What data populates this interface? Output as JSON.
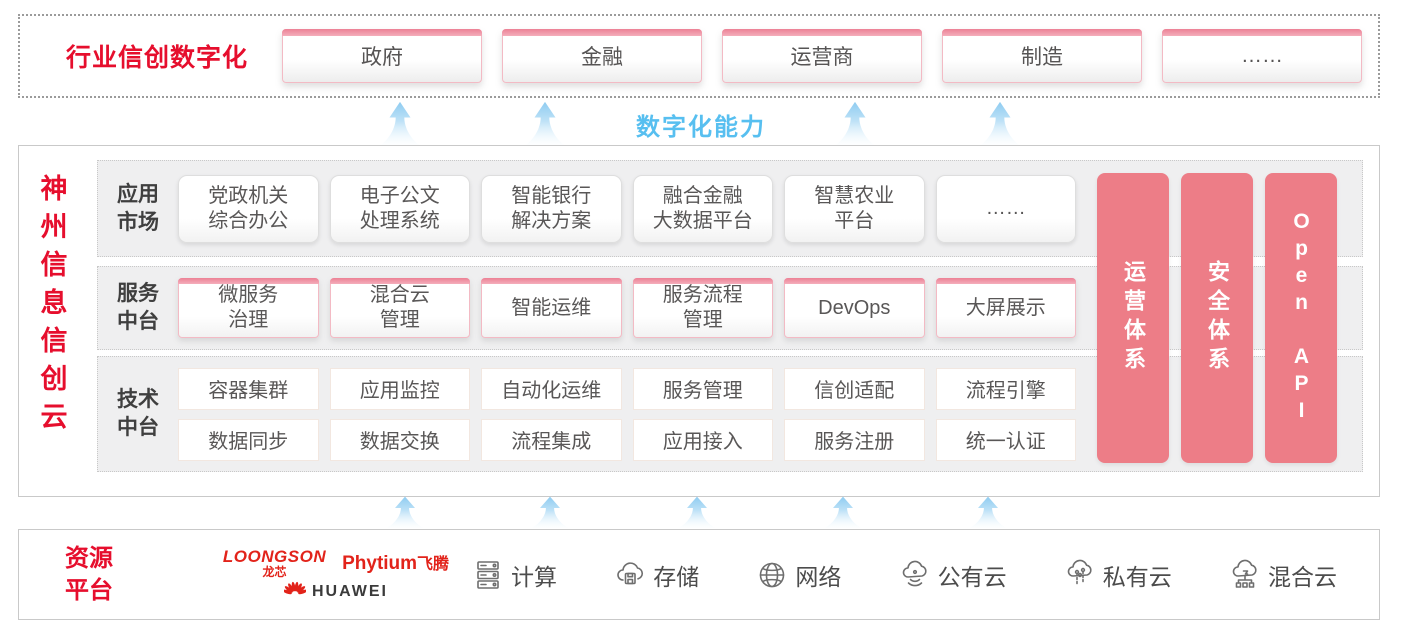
{
  "top": {
    "label": "行业信创数字化",
    "industries": [
      "政府",
      "金融",
      "运营商",
      "制造",
      "……"
    ]
  },
  "capability_label": "数字化能力",
  "platform": {
    "vertical_title": "神州信息信创云",
    "rows": [
      {
        "label": "应用\n市场",
        "items": [
          "党政机关\n综合办公",
          "电子公文\n处理系统",
          "智能银行\n解决方案",
          "融合金融\n大数据平台",
          "智慧农业\n平台",
          "……"
        ]
      },
      {
        "label": "服务\n中台",
        "items": [
          "微服务\n治理",
          "混合云\n管理",
          "智能运维",
          "服务流程\n管理",
          "DevOps",
          "大屏展示"
        ]
      },
      {
        "label": "技术\n中台",
        "items": [
          "容器集群",
          "应用监控",
          "自动化运维",
          "服务管理",
          "信创适配",
          "流程引擎",
          "数据同步",
          "数据交换",
          "流程集成",
          "应用接入",
          "服务注册",
          "统一认证"
        ]
      }
    ],
    "side_bars": [
      "运营体系",
      "安全体系",
      "Open API"
    ]
  },
  "resources": {
    "label": "资源\n平台",
    "vendors": {
      "loongson": {
        "name": "LOONGSON",
        "sub": "龙芯"
      },
      "phytium": {
        "name": "Phytium",
        "sub": "飞腾"
      },
      "huawei": {
        "name": "HUAWEI"
      }
    },
    "items": [
      {
        "icon": "compute-icon",
        "label": "计算"
      },
      {
        "icon": "storage-icon",
        "label": "存储"
      },
      {
        "icon": "network-icon",
        "label": "网络"
      },
      {
        "icon": "public-cloud-icon",
        "label": "公有云"
      },
      {
        "icon": "private-cloud-icon",
        "label": "私有云"
      },
      {
        "icon": "hybrid-cloud-icon",
        "label": "混合云"
      }
    ]
  },
  "colors": {
    "accent_red": "#e60e2d",
    "pillar_pink": "#ed7d87",
    "capability_blue": "#57bff0",
    "box_text": "#595757"
  }
}
